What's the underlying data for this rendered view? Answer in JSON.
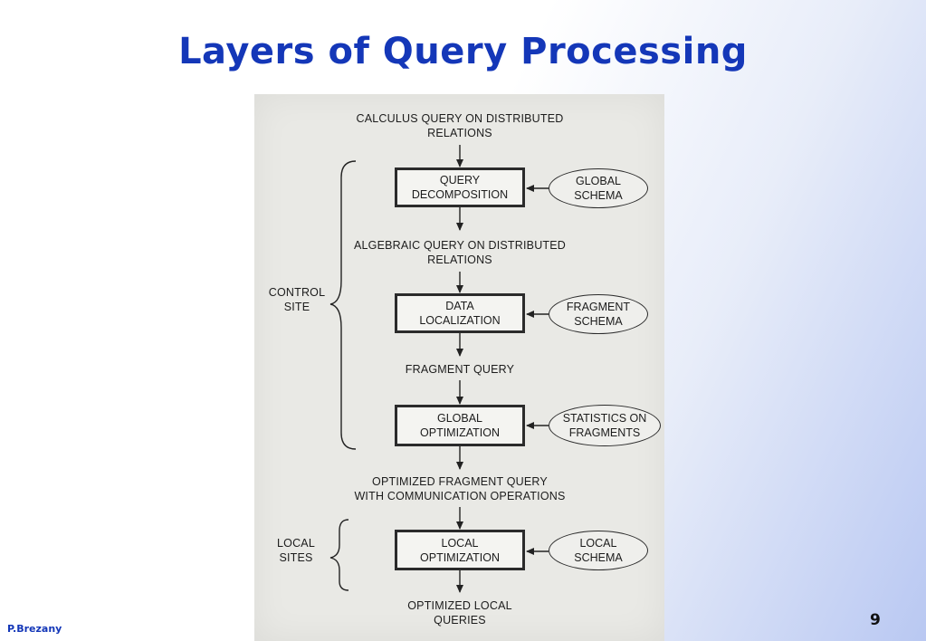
{
  "slide": {
    "title": "Layers of Query Processing",
    "author": "P.Brezany",
    "page_number": "9"
  },
  "diagram": {
    "flow_labels": [
      {
        "id": "calculus",
        "lines": [
          "CALCULUS QUERY ON DISTRIBUTED",
          "RELATIONS"
        ]
      },
      {
        "id": "algebraic",
        "lines": [
          "ALGEBRAIC QUERY ON DISTRIBUTED",
          "RELATIONS"
        ]
      },
      {
        "id": "fragment",
        "lines": [
          "FRAGMENT QUERY"
        ]
      },
      {
        "id": "optimized-fragment",
        "lines": [
          "OPTIMIZED FRAGMENT QUERY",
          "WITH COMMUNICATION OPERATIONS"
        ]
      },
      {
        "id": "optimized-local",
        "lines": [
          "OPTIMIZED LOCAL",
          "QUERIES"
        ]
      }
    ],
    "steps": [
      {
        "id": "decomposition",
        "lines": [
          "QUERY",
          "DECOMPOSITION"
        ],
        "input": [
          "GLOBAL",
          "SCHEMA"
        ]
      },
      {
        "id": "localization",
        "lines": [
          "DATA",
          "LOCALIZATION"
        ],
        "input": [
          "FRAGMENT",
          "SCHEMA"
        ]
      },
      {
        "id": "global-opt",
        "lines": [
          "GLOBAL",
          "OPTIMIZATION"
        ],
        "input": [
          "STATISTICS ON",
          "FRAGMENTS"
        ]
      },
      {
        "id": "local-opt",
        "lines": [
          "LOCAL",
          "OPTIMIZATION"
        ],
        "input": [
          "LOCAL",
          "SCHEMA"
        ]
      }
    ],
    "groups": [
      {
        "id": "control-site",
        "lines": [
          "CONTROL",
          "SITE"
        ]
      },
      {
        "id": "local-sites",
        "lines": [
          "LOCAL",
          "SITES"
        ]
      }
    ]
  }
}
